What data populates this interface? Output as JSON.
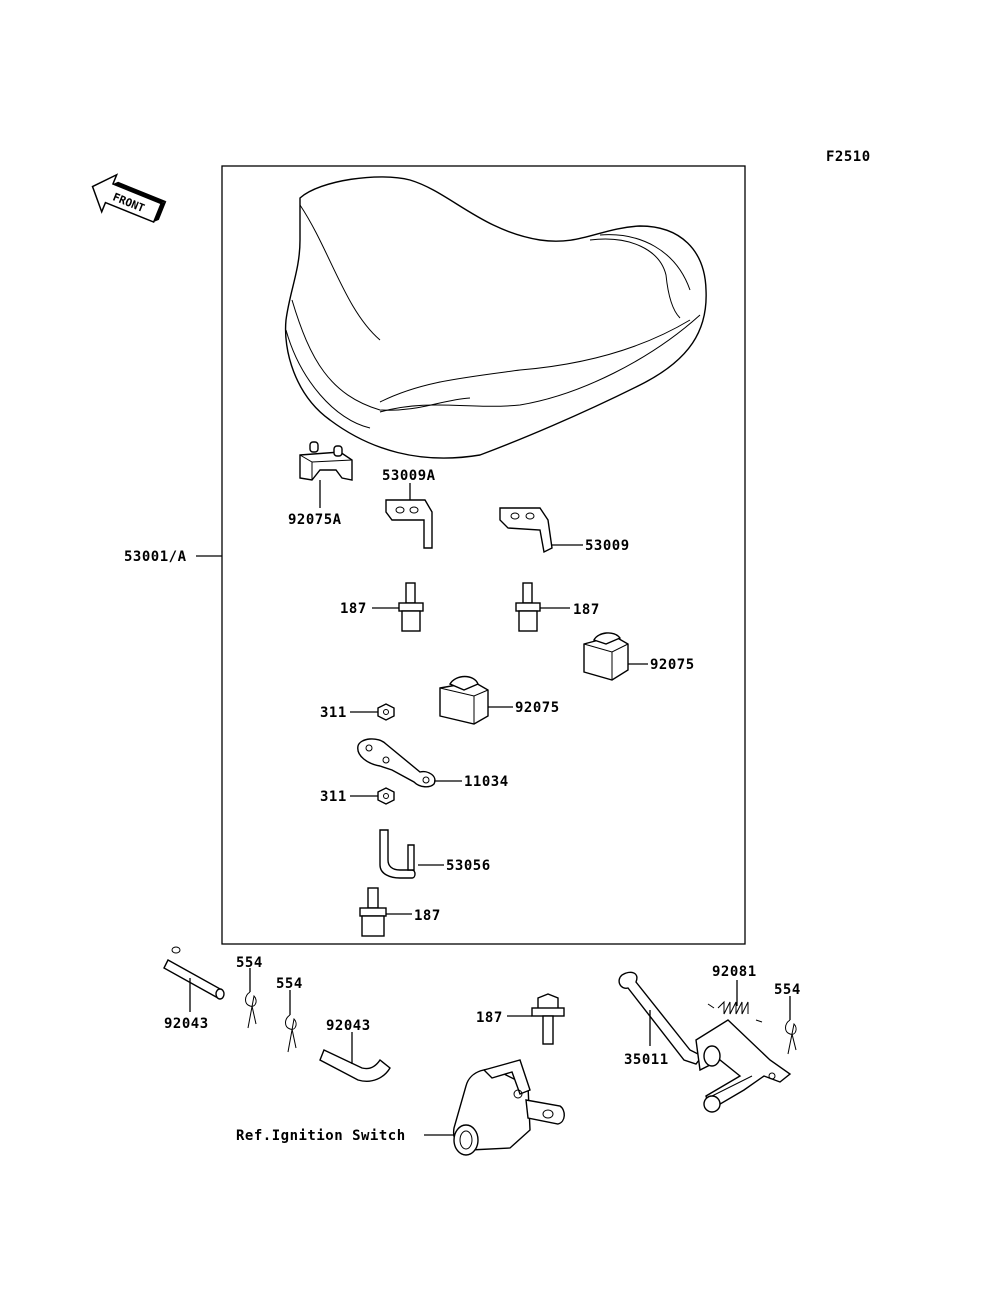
{
  "figure_code": "F2510",
  "front_label": "FRONT",
  "labels": {
    "p92075A": "92075A",
    "p53009A": "53009A",
    "p53009": "53009",
    "p53001A": "53001/A",
    "p187a": "187",
    "p187b": "187",
    "p92075a": "92075",
    "p92075b": "92075",
    "p311a": "311",
    "p11034": "11034",
    "p311b": "311",
    "p53056": "53056",
    "p187c": "187",
    "p92043a": "92043",
    "p554a": "554",
    "p554b": "554",
    "p92043b": "92043",
    "p187d": "187",
    "p92081": "92081",
    "p554c": "554",
    "p35011": "35011",
    "ref_ignition": "Ref.Ignition Switch"
  }
}
